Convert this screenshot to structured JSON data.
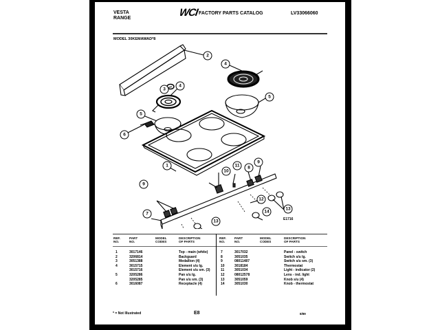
{
  "header": {
    "brand_line1": "VESTA",
    "brand_line2": "RANGE",
    "logo": "WCI",
    "catalog_title": "FACTORY PARTS CATALOG",
    "catalog_number": "LV33066060"
  },
  "model_label": "MODEL 30KEMAWAD*8",
  "diagram": {
    "figure_number": "E1716",
    "callouts": [
      "1",
      "2",
      "3",
      "4",
      "4",
      "5",
      "5",
      "6",
      "7",
      "8",
      "9",
      "9",
      "10",
      "11",
      "12",
      "13",
      "13",
      "14"
    ]
  },
  "table": {
    "headers": [
      {
        "ref": "REF.\nNO.",
        "part": "PART\nNO.",
        "codes": "MODEL\nCODES",
        "desc": "DESCRIPTION\nOF PARTS"
      },
      {
        "ref": "REF.\nNO.",
        "part": "PART\nNO.",
        "codes": "MODEL\nCODES",
        "desc": "DESCRIPTION\nOF PARTS"
      }
    ],
    "left_rows": [
      {
        "ref": "1",
        "part": "3017146",
        "codes": "",
        "desc": "Top - main (white)"
      },
      {
        "ref": "2",
        "part": "3206814",
        "codes": "",
        "desc": "Backguard"
      },
      {
        "ref": "3",
        "part": "3051388",
        "codes": "",
        "desc": "Medallion (4)"
      },
      {
        "ref": "4",
        "part": "3015715",
        "codes": "",
        "desc": "Element s/u lg."
      },
      {
        "ref": "",
        "part": "3015716",
        "codes": "",
        "desc": "Element s/u sm. (3)"
      },
      {
        "ref": "5",
        "part": "3205286",
        "codes": "",
        "desc": "Pan s/u lg."
      },
      {
        "ref": "",
        "part": "3205285",
        "codes": "",
        "desc": "Pan s/u sm. (3)"
      },
      {
        "ref": "6",
        "part": "3016087",
        "codes": "",
        "desc": "Receptacle (4)"
      }
    ],
    "right_rows": [
      {
        "ref": "7",
        "part": "3017032",
        "codes": "",
        "desc": "Panel - switch"
      },
      {
        "ref": "8",
        "part": "3051035",
        "codes": "",
        "desc": "Switch s/u lg."
      },
      {
        "ref": "9",
        "part": "08011487",
        "codes": "",
        "desc": "Switch s/u sm. (3)"
      },
      {
        "ref": "10",
        "part": "3018184",
        "codes": "",
        "desc": "Thermostat"
      },
      {
        "ref": "11",
        "part": "3051034",
        "codes": "",
        "desc": "Light - indicator (2)"
      },
      {
        "ref": "12",
        "part": "08012578",
        "codes": "",
        "desc": "Lens - ind. light"
      },
      {
        "ref": "13",
        "part": "3051059",
        "codes": "",
        "desc": "Knob s/u (4)"
      },
      {
        "ref": "14",
        "part": "3051030",
        "codes": "",
        "desc": "Knob - thermostat"
      }
    ]
  },
  "footer": {
    "footnote": "* = Not Illustrated",
    "page_code": "E8",
    "date": "8/89"
  }
}
